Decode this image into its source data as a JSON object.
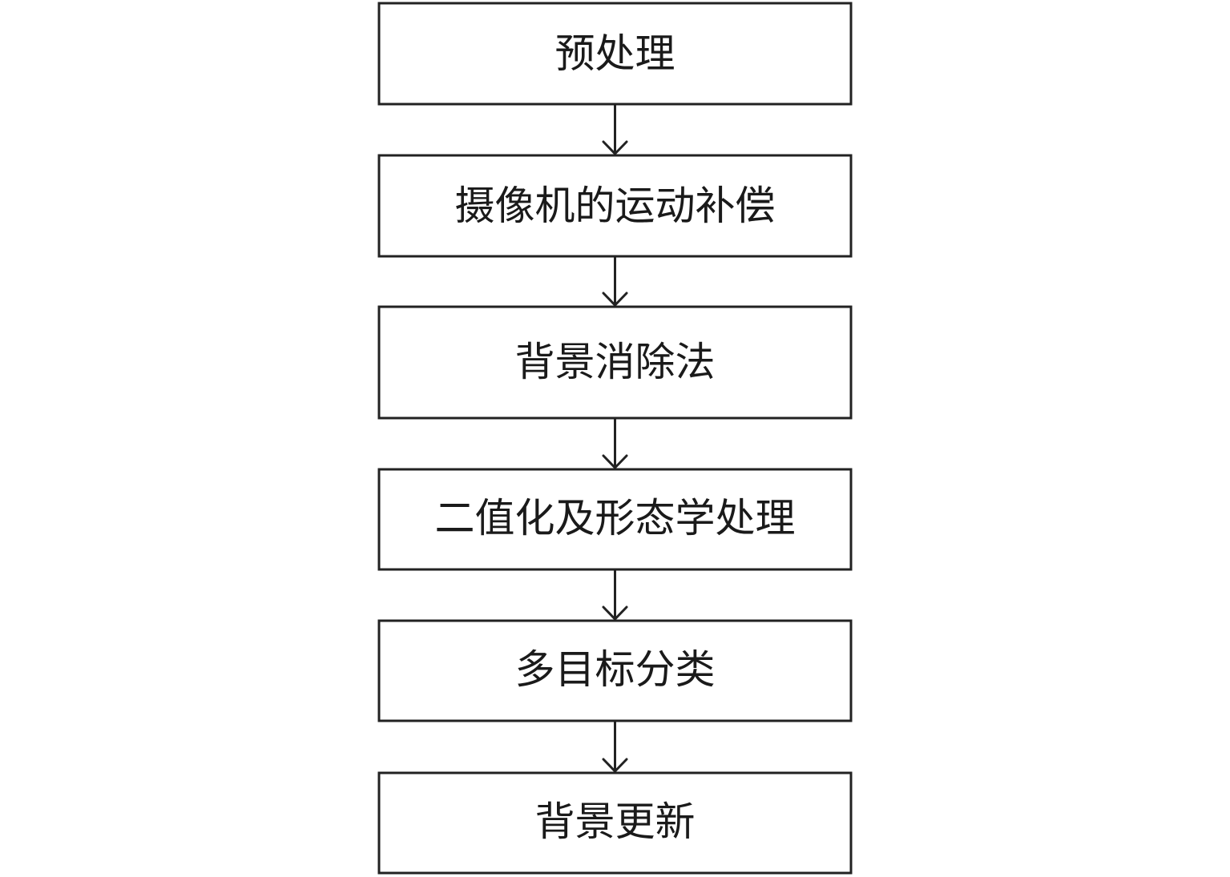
{
  "flowchart": {
    "steps": [
      {
        "label": "预处理"
      },
      {
        "label": "摄像机的运动补偿"
      },
      {
        "label": "背景消除法"
      },
      {
        "label": "二值化及形态学处理"
      },
      {
        "label": "多目标分类"
      },
      {
        "label": "背景更新"
      }
    ]
  }
}
